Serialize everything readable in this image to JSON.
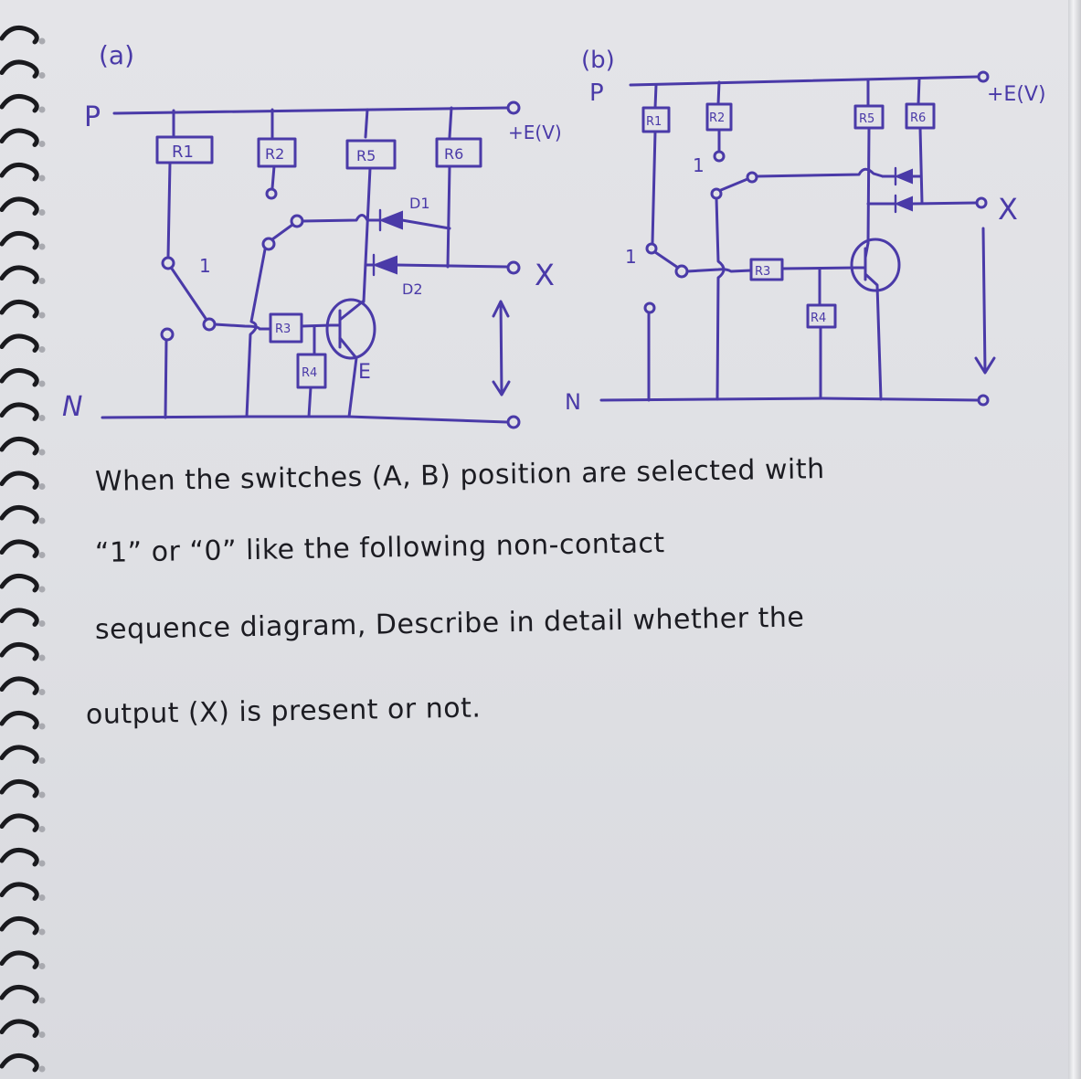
{
  "diagram_a": {
    "title": "(a)",
    "rail_positive": "P",
    "rail_negative": "N",
    "supply": "+E(V)",
    "output": "X",
    "switch_label": "1",
    "emitter_label": "E",
    "resistors": [
      "R1",
      "R2",
      "R5",
      "R6",
      "R3",
      "R4"
    ],
    "diodes": [
      "D1",
      "D2"
    ]
  },
  "diagram_b": {
    "title": "(b)",
    "rail_positive": "P",
    "rail_negative": "N",
    "supply": "+E(V)",
    "output": "X",
    "switch_label_a": "1",
    "switch_label_b": "1",
    "resistors": [
      "R1",
      "R2",
      "R5",
      "R6",
      "R3",
      "R4"
    ]
  },
  "question": {
    "lines": [
      "When  the  switches (A, B) position  are selected  with",
      "“1”  or “0”  like  the  following  non-contact",
      "sequence  diagram,  Describe  in detail  whether the",
      "output (X)  is  present  or  not."
    ]
  },
  "colors": {
    "ink": "#4a3aa8",
    "text": "#1c1c22",
    "paper": "#e1e2e6"
  }
}
